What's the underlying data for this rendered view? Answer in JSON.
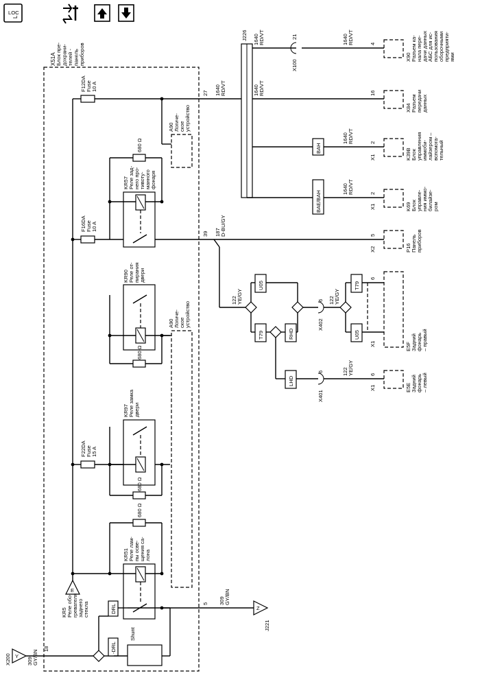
{
  "toolbar": {
    "loc_button_label": "LOC",
    "icons": [
      "location-icon",
      "harness-tool-icon",
      "arrow-up-icon",
      "arrow-down-icon"
    ]
  },
  "module": {
    "id": "X51A",
    "name_lines": [
      "Блок пре-",
      "дохрани-",
      "телей -",
      "панель",
      "приборов"
    ]
  },
  "fuses": [
    {
      "id": "F12DA",
      "type": "Fuse",
      "rating": "10 A"
    },
    {
      "id": "F16DA",
      "type": "Fuse",
      "rating": "10 A"
    },
    {
      "id": "F22DA",
      "type": "Fuse",
      "rating": "15 A"
    }
  ],
  "relays": {
    "kr57": {
      "id": "KR57",
      "lines": [
        "Реле зад-",
        "него про-",
        "тивоту-",
        "манного",
        "фонаря"
      ],
      "resistor": "680 Ω"
    },
    "kr90": {
      "id": "KR90",
      "lines": [
        "Реле от-",
        "пирания",
        "двери"
      ],
      "resistor": "680 Ω"
    },
    "kr97": {
      "id": "KR97",
      "lines": [
        "Реле замка",
        "двери"
      ],
      "resistor": "680 Ω"
    },
    "kr51": {
      "id": "KR51",
      "lines": [
        "Реле лам-",
        "пы осве-",
        "щения са-",
        "лона"
      ],
      "resistor": "680 Ω"
    },
    "kr5": {
      "id": "KR5",
      "lines": [
        "Реле обо-",
        "гревателя",
        "заднего",
        "стекла"
      ]
    }
  },
  "logic_devices": [
    {
      "id": "A90",
      "lines": [
        "Логиче-",
        "ское",
        "устройство"
      ]
    },
    {
      "id": "A90",
      "lines": [
        "Логиче-",
        "ское",
        "устройство"
      ]
    }
  ],
  "options": {
    "drl": "DRL",
    "not_drl": "-DRL",
    "shunt": "Shunt",
    "u05": "U05",
    "t79": "T79",
    "rhd": "RHD",
    "lhd": "LHD",
    "bah": "BAH",
    "bae_bah": "BAE/BAH"
  },
  "splice": "J226",
  "connectors": {
    "x200": "X200",
    "x100": "X100",
    "x402": "X402",
    "x401": "X401",
    "x1": "X1",
    "x2": "X2",
    "j221": "J221",
    "z_marker": "Z",
    "y_marker": "Y",
    "e_marker": "E"
  },
  "wires": {
    "input": {
      "pin": "18",
      "circuit": "309",
      "color": "GY/BN"
    },
    "output": {
      "pin": "5",
      "circuit": "309",
      "color": "GY/BN"
    },
    "pin27": "27",
    "pin39": "39",
    "rdvt": {
      "circuit": "1640",
      "color": "RD/VT"
    },
    "dbugy": {
      "circuit": "187",
      "color": "D-BU/GY"
    },
    "yegy": {
      "circuit": "122",
      "color": "YE/GY"
    },
    "pin21": "21",
    "pin6": "6"
  },
  "components": [
    {
      "id": "X90",
      "pin": "4",
      "lines": [
        "Разъем ка-",
        "нала пере-",
        "дачи данных",
        "АБС для ис-",
        "пользования",
        "оборочными",
        "предприяти-",
        "ями"
      ]
    },
    {
      "id": "X84",
      "pin": "16",
      "lines": [
        "Разъем",
        "передачи",
        "данных"
      ]
    },
    {
      "id": "K39B",
      "pin": "2",
      "conn": "X1",
      "lines": [
        "Блок",
        "управления",
        "иммоби-",
        "лайзером –",
        "вспомога-",
        "тельный"
      ]
    },
    {
      "id": "K69",
      "pin": "2",
      "conn": "X1",
      "lines": [
        "Блок",
        "управле-",
        "ния иммо-",
        "билайзе-",
        "ром"
      ]
    },
    {
      "id": "P16",
      "pin": "5",
      "conn": "X2",
      "lines": [
        "Панель",
        "приборов"
      ]
    },
    {
      "id": "E5F",
      "pin": "6",
      "conn": "X1",
      "lines": [
        "Задний",
        "фонарь",
        "– правый"
      ]
    },
    {
      "id": "E5E",
      "pin": "6",
      "conn": "X1",
      "lines": [
        "Задний",
        "фонарь",
        "– левый"
      ]
    }
  ]
}
